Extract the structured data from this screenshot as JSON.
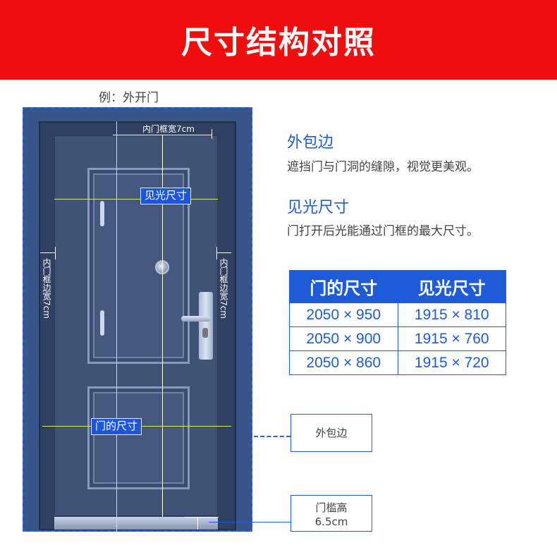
{
  "header": {
    "title": "尺寸结构对照"
  },
  "example_label": "例：外开门",
  "door": {
    "inner_frame_width": "内门框宽7cm",
    "clear_opening": "见光尺寸",
    "inner_frame_side_left": "内门框边宽7cm",
    "inner_frame_side_right": "内门框边宽7cm",
    "door_size": "门的尺寸"
  },
  "sections": [
    {
      "title": "外包边",
      "desc": "遮挡门与门洞的缝隙，视觉更美观。"
    },
    {
      "title": "见光尺寸",
      "desc": "门打开后光能通过门框的最大尺寸。"
    }
  ],
  "table": {
    "headers": [
      "门的尺寸",
      "见光尺寸"
    ],
    "rows": [
      [
        "2050 × 950",
        "1915 × 810"
      ],
      [
        "2050 × 900",
        "1915 × 760"
      ],
      [
        "2050 × 860",
        "1915 × 720"
      ]
    ]
  },
  "callouts": {
    "trim": "外包边",
    "threshold_line1": "门槛高",
    "threshold_line2": "6.5cm"
  }
}
